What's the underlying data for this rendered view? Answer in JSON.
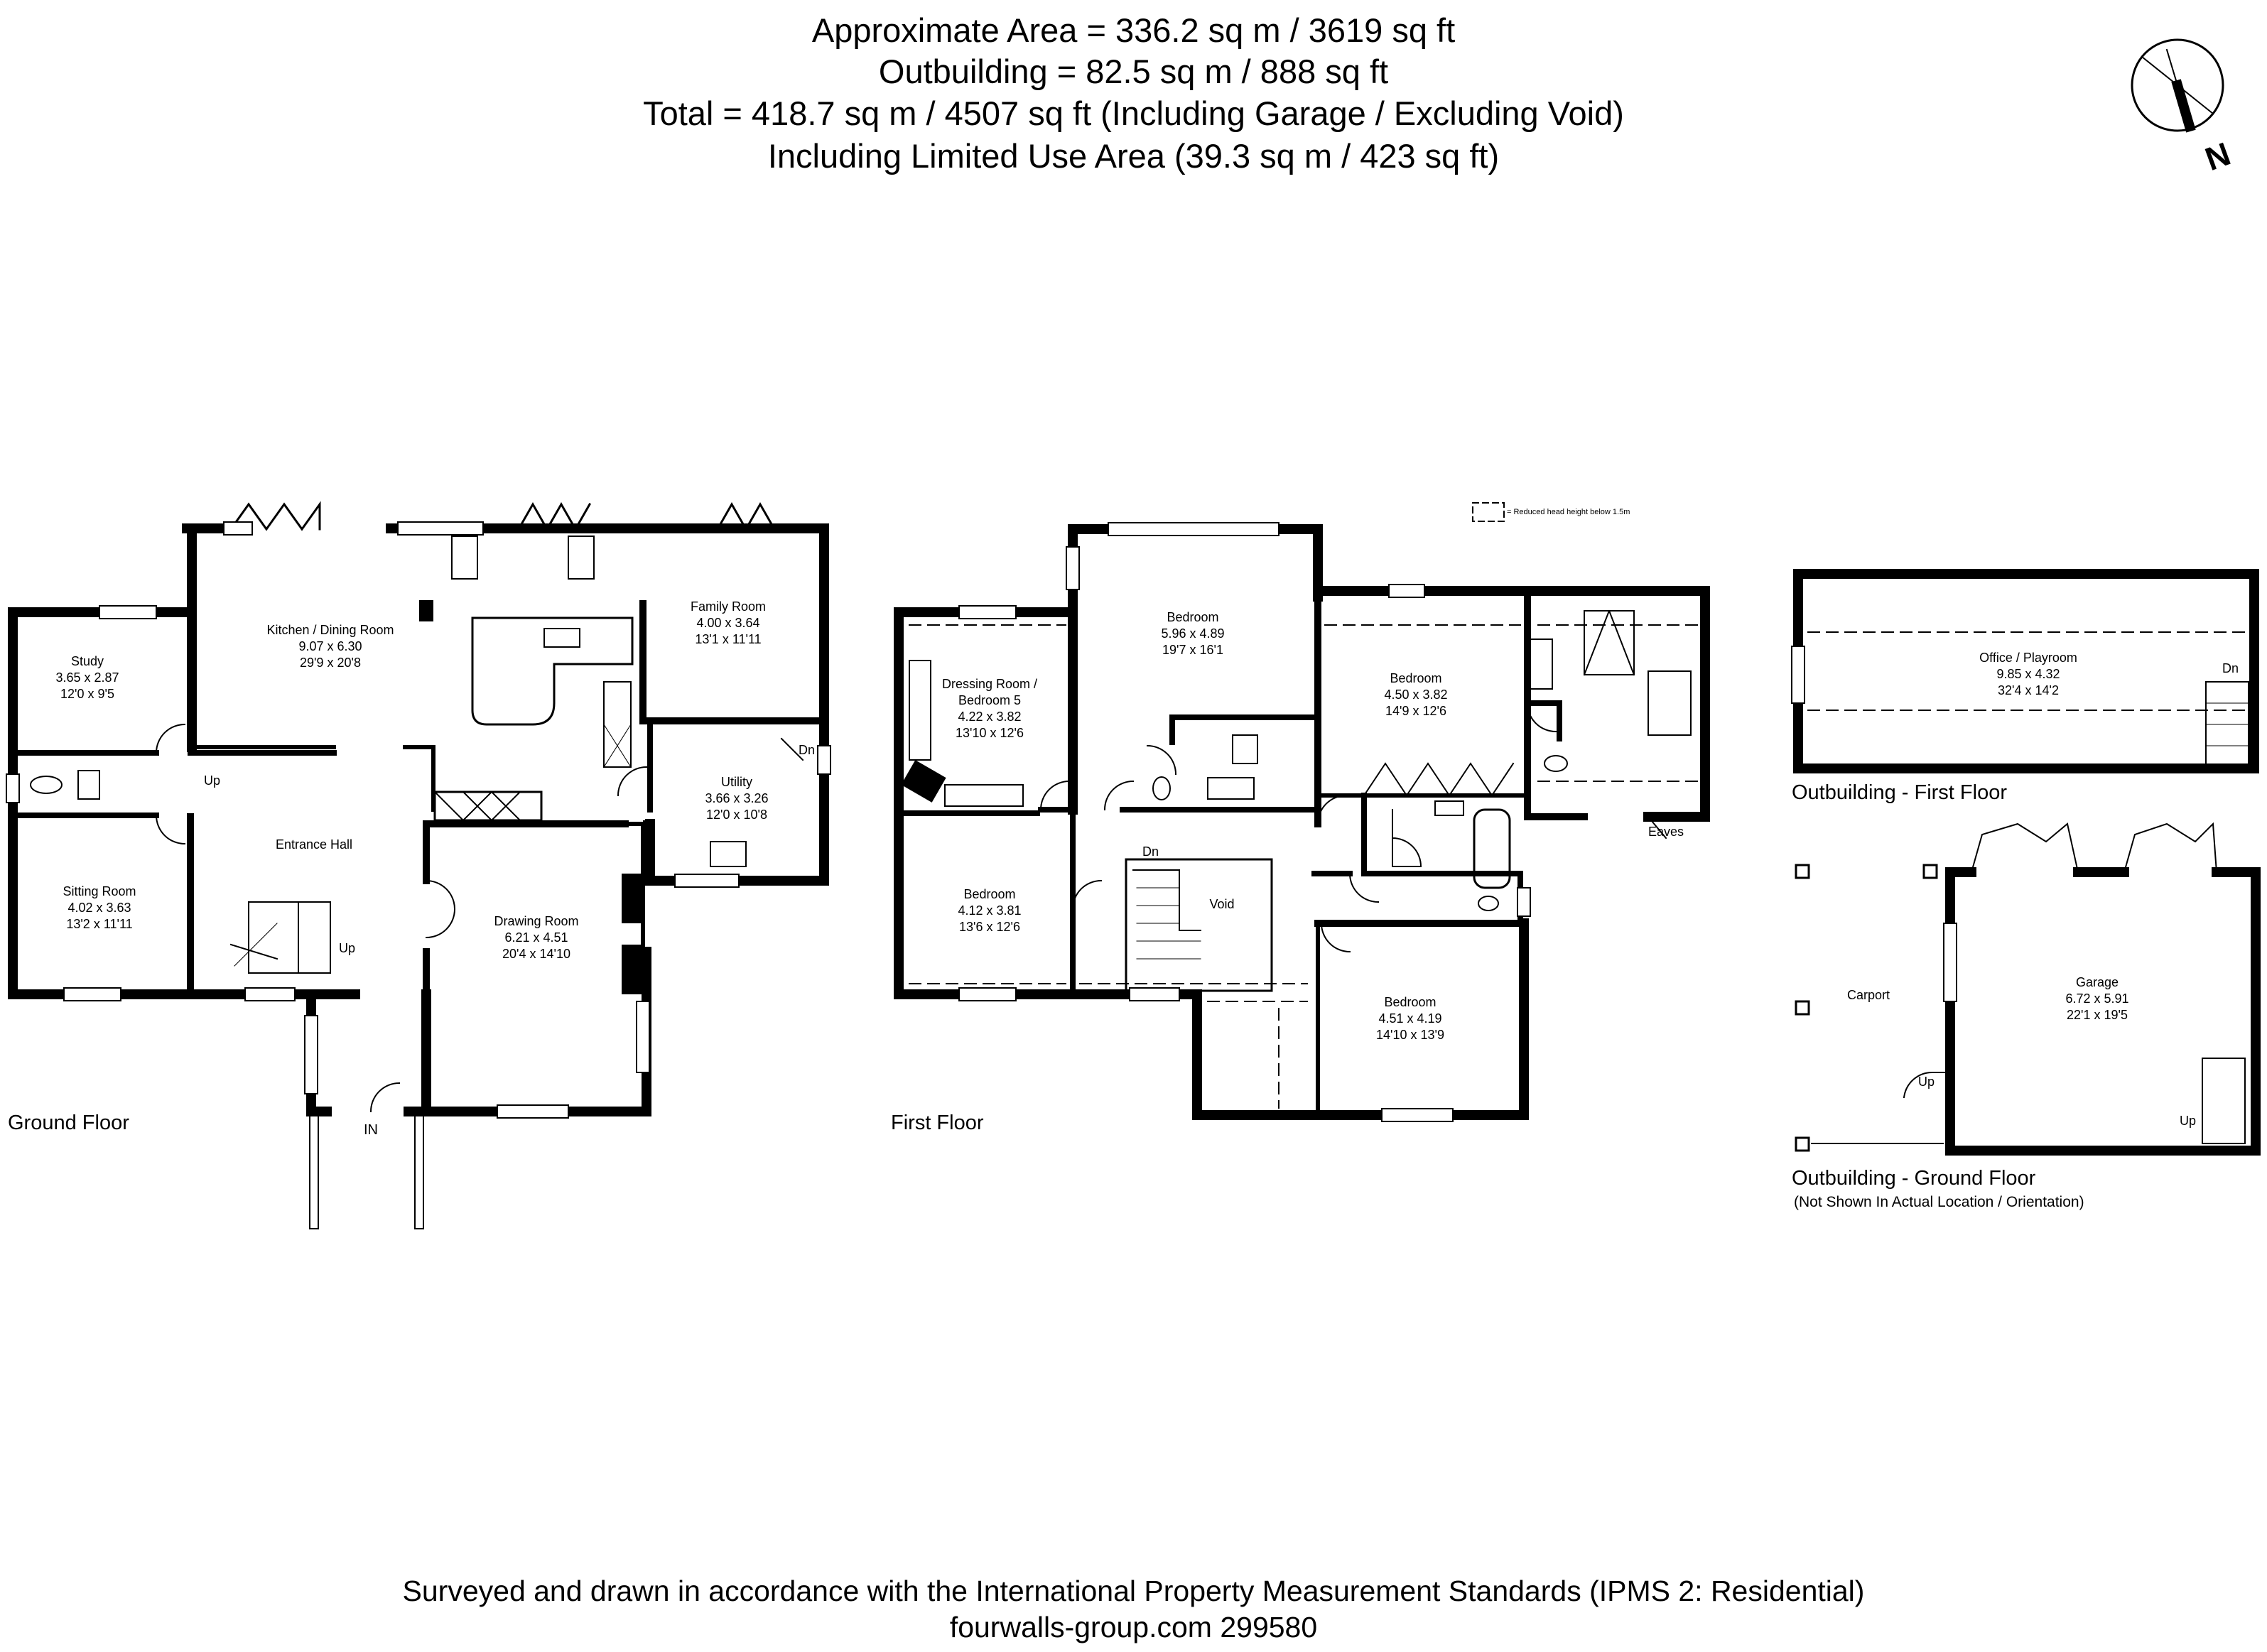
{
  "header": {
    "line1": "Approximate  Area = 336.2 sq m / 3619 sq ft",
    "line2": "Outbuilding = 82.5 sq m / 888 sq ft",
    "line3": "Total = 418.7 sq m / 4507 sq ft (Including Garage / Excluding Void)",
    "line4": "Including Limited Use Area (39.3 sq m / 423 sq ft)"
  },
  "compass": {
    "north_label": "N"
  },
  "legend": {
    "text": "= Reduced head height below 1.5m"
  },
  "ground_floor": {
    "label": "Ground Floor",
    "rooms": [
      {
        "name": "Kitchen / Dining Room",
        "metric": "9.07 x 6.30",
        "imperial": "29'9 x 20'8"
      },
      {
        "name": "Family Room",
        "metric": "4.00 x 3.64",
        "imperial": "13'1 x 11'11"
      },
      {
        "name": "Study",
        "metric": "3.65 x 2.87",
        "imperial": "12'0 x 9'5"
      },
      {
        "name": "Utility",
        "metric": "3.66 x 3.26",
        "imperial": "12'0 x 10'8"
      },
      {
        "name": "Entrance Hall"
      },
      {
        "name": "Sitting Room",
        "metric": "4.02 x 3.63",
        "imperial": "13'2 x 11'11"
      },
      {
        "name": "Drawing Room",
        "metric": "6.21 x 4.51",
        "imperial": "20'4 x 14'10"
      }
    ],
    "markers": {
      "up1": "Up",
      "up2": "Up",
      "dn": "Dn",
      "in": "IN"
    }
  },
  "first_floor": {
    "label": "First Floor",
    "rooms": [
      {
        "name": "Bedroom",
        "metric": "5.96 x 4.89",
        "imperial": "19'7 x 16'1"
      },
      {
        "name": "Dressing Room /",
        "name2": "Bedroom 5",
        "metric": "4.22 x 3.82",
        "imperial": "13'10 x 12'6"
      },
      {
        "name": "Bedroom",
        "metric": "4.50 x 3.82",
        "imperial": "14'9 x 12'6"
      },
      {
        "name": "Bedroom",
        "metric": "4.12 x 3.81",
        "imperial": "13'6 x 12'6"
      },
      {
        "name": "Void"
      },
      {
        "name": "Bedroom",
        "metric": "4.51 x 4.19",
        "imperial": "14'10 x 13'9"
      }
    ],
    "markers": {
      "dn": "Dn",
      "eaves": "Eaves"
    }
  },
  "outbuilding_first": {
    "label": "Outbuilding - First Floor",
    "room": {
      "name": "Office / Playroom",
      "metric": "9.85 x 4.32",
      "imperial": "32'4 x 14'2"
    },
    "markers": {
      "dn": "Dn"
    }
  },
  "outbuilding_ground": {
    "label": "Outbuilding - Ground Floor",
    "note": "(Not Shown In Actual Location / Orientation)",
    "carport": "Carport",
    "room": {
      "name": "Garage",
      "metric": "6.72 x 5.91",
      "imperial": "22'1 x 19'5"
    },
    "markers": {
      "up1": "Up",
      "up2": "Up"
    }
  },
  "footer": {
    "line1": "Surveyed and drawn in accordance with the International Property Measurement Standards (IPMS 2: Residential)",
    "line2": "fourwalls-group.com 299580"
  }
}
